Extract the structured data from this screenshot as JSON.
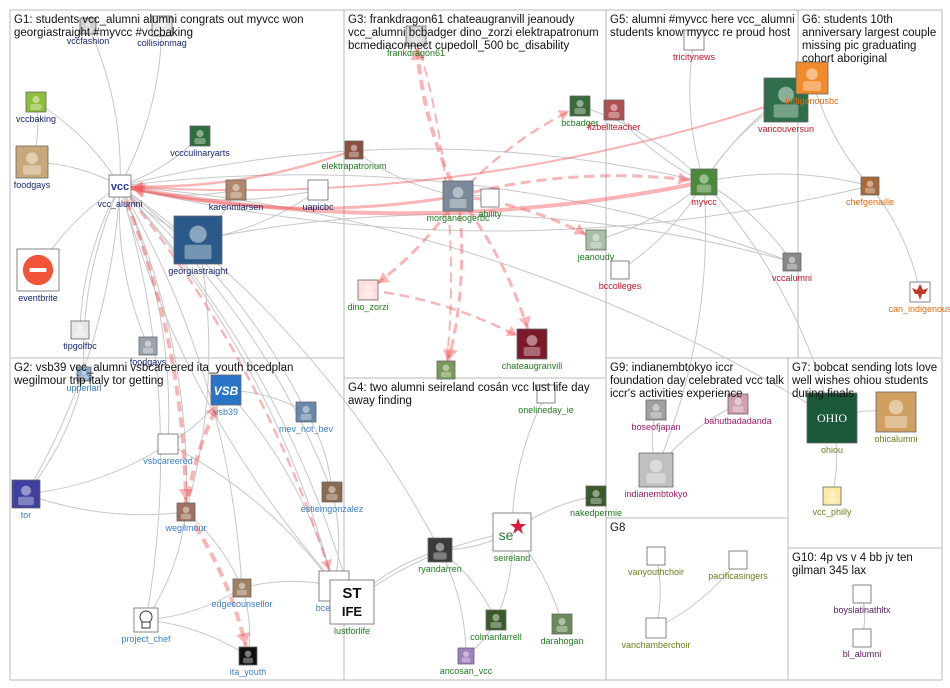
{
  "colors": {
    "edge_gray": "#c7c7c7",
    "edge_red": "#f25c5c",
    "panel_border": "#b8b8b8",
    "label_blue": "#1f3f99",
    "label_dark": "#16266f",
    "label_green": "#1f7a1f",
    "label_lightblue": "#3c7fc8",
    "label_red": "#c0182b",
    "label_magenta": "#a01a6a",
    "label_orange": "#d96a10",
    "label_olive": "#6e7d1e",
    "label_purple": "#5a1a5a"
  },
  "groups": [
    {
      "id": "G1",
      "lines": [
        "G1: students vcc_alumni alumni congrats out myvcc won",
        "georgiastraight #myvcc #vccbaking"
      ]
    },
    {
      "id": "G2",
      "lines": [
        "G2: vsb39 vcc_alumni vsbcareered ita_youth bcedplan",
        "wegilmour trip italy tor getting"
      ]
    },
    {
      "id": "G3",
      "lines": [
        "G3: frankdragon61 chateaugranvill jeanoudy",
        "vcc_alumni bcbadger dino_zorzi elektrapatronum",
        "bcmediaconnect cupedoll_500 bc_disability"
      ]
    },
    {
      "id": "G4",
      "lines": [
        "G4: two alumni seireland cosán vcc lust life day",
        "away finding"
      ]
    },
    {
      "id": "G5",
      "lines": [
        "G5: alumni #myvcc here vcc_alumni",
        "students know myvcc re proud host"
      ]
    },
    {
      "id": "G6",
      "lines": [
        "G6: students 10th",
        "anniversary largest couple",
        "missing pic graduating",
        "cohort aboriginal"
      ]
    },
    {
      "id": "G7",
      "lines": [
        "G7: bobcat sending lots love",
        "well wishes ohiou students",
        "during finals"
      ]
    },
    {
      "id": "G8",
      "lines": [
        "G8"
      ]
    },
    {
      "id": "G9",
      "lines": [
        "G9: indianembtokyo iccr",
        "foundation day celebrated vcc talk",
        "iccr's activities experience"
      ]
    },
    {
      "id": "G10",
      "lines": [
        "G10: 4p vs v 4 bb jv ten",
        "gilman 345 lax"
      ]
    }
  ],
  "nodes": [
    {
      "id": "vccfashion",
      "label": "vccfashion",
      "icon": "avatar-icon",
      "color": "label_dark"
    },
    {
      "id": "collisionmag",
      "label": "collisionmag",
      "icon": "avatar-icon",
      "color": "label_dark"
    },
    {
      "id": "vccbaking",
      "label": "vccbaking",
      "icon": "avatar-icon",
      "color": "label_dark"
    },
    {
      "id": "foodgays",
      "label": "foodgays",
      "icon": "avatar-icon",
      "color": "label_dark"
    },
    {
      "id": "vcc_alumni",
      "label": "vcc_alumni",
      "icon": "vcc-logo-icon",
      "color": "label_dark"
    },
    {
      "id": "vccculinaryarts",
      "label": "vccculinaryarts",
      "icon": "avatar-icon",
      "color": "label_dark"
    },
    {
      "id": "karenmlarsen",
      "label": "karenmlarsen",
      "icon": "avatar-icon",
      "color": "label_dark"
    },
    {
      "id": "uapicbc",
      "label": "uapicbc",
      "icon": "avatar-icon",
      "color": "label_dark"
    },
    {
      "id": "georgiastraight",
      "label": "georgiastraight",
      "icon": "avatar-icon",
      "color": "label_dark"
    },
    {
      "id": "eventbrite",
      "label": "eventbrite",
      "icon": "eventbrite-logo-icon",
      "color": "label_dark"
    },
    {
      "id": "tipgolfbc",
      "label": "tipgolfbc",
      "icon": "avatar-icon",
      "color": "label_dark"
    },
    {
      "id": "foodgays2",
      "label": "foodgays",
      "icon": "avatar-icon",
      "color": "label_dark"
    },
    {
      "id": "vsb39",
      "label": "vsb39",
      "icon": "vsb-logo-icon",
      "color": "label_lightblue"
    },
    {
      "id": "upperlarl",
      "label": "upperlarl",
      "icon": "avatar-icon",
      "color": "label_lightblue"
    },
    {
      "id": "mev_not_bev",
      "label": "mev_not_bev",
      "icon": "avatar-icon",
      "color": "label_lightblue"
    },
    {
      "id": "vsbcareered",
      "label": "vsbcareered",
      "icon": "avatar-icon",
      "color": "label_lightblue"
    },
    {
      "id": "tor",
      "label": "tor",
      "icon": "avatar-icon",
      "color": "label_lightblue"
    },
    {
      "id": "estiemgonzalez",
      "label": "estiemgonzalez",
      "icon": "avatar-icon",
      "color": "label_lightblue"
    },
    {
      "id": "wegilmour",
      "label": "wegilmour",
      "icon": "avatar-icon",
      "color": "label_lightblue"
    },
    {
      "id": "edgecounsellor",
      "label": "edgecounsellor",
      "icon": "avatar-icon",
      "color": "label_lightblue"
    },
    {
      "id": "bcedplan",
      "label": "bcedplan",
      "icon": "bc-ministry-logo-icon",
      "color": "label_lightblue"
    },
    {
      "id": "project_chef",
      "label": "project_chef",
      "icon": "chef-icon",
      "color": "label_lightblue"
    },
    {
      "id": "ita_youth",
      "label": "ita_youth",
      "icon": "avatar-icon",
      "color": "label_lightblue"
    },
    {
      "id": "frankdragon61",
      "label": "frankdragon61",
      "icon": "avatar-icon",
      "color": "label_green"
    },
    {
      "id": "elektrapatronum",
      "label": "elektrapatronum",
      "icon": "avatar-icon",
      "color": "label_green"
    },
    {
      "id": "bcbadger",
      "label": "bcbadger",
      "icon": "avatar-icon",
      "color": "label_green"
    },
    {
      "id": "morganeogerbc",
      "label": "morganeogerbc",
      "icon": "avatar-icon",
      "color": "label_green"
    },
    {
      "id": "bc_disability",
      "label": "ability",
      "icon": "avatar-icon",
      "color": "label_green"
    },
    {
      "id": "jeanoudy",
      "label": "jeanoudy",
      "icon": "avatar-icon",
      "color": "label_green"
    },
    {
      "id": "dino_zorzi",
      "label": "dino_zorzi",
      "icon": "avatar-icon",
      "color": "label_green"
    },
    {
      "id": "chateaugranvill",
      "label": "chateaugranvill",
      "icon": "avatar-icon",
      "color": "label_green"
    },
    {
      "id": "cupedoll_500",
      "label": "",
      "icon": "avatar-icon",
      "color": "label_green"
    },
    {
      "id": "tricitynews",
      "label": "tricitynews",
      "icon": "avatar-icon",
      "color": "label_red"
    },
    {
      "id": "lizbellteacher",
      "label": "lizbellteacher",
      "icon": "avatar-icon",
      "color": "label_red"
    },
    {
      "id": "vancouversun",
      "label": "vancouversun",
      "icon": "avatar-icon",
      "color": "label_red"
    },
    {
      "id": "myvcc",
      "label": "myvcc",
      "icon": "avatar-icon",
      "color": "label_red"
    },
    {
      "id": "vcc_alumni_g5",
      "label": "vccalumni",
      "icon": "avatar-icon",
      "color": "label_red"
    },
    {
      "id": "bccolleges",
      "label": "bccolleges",
      "icon": "avatar-icon",
      "color": "label_red"
    },
    {
      "id": "indigenousbc",
      "label": "indigenousbc",
      "icon": "avatar-icon",
      "color": "label_orange"
    },
    {
      "id": "chefgenaille",
      "label": "chefgenaille",
      "icon": "avatar-icon",
      "color": "label_orange"
    },
    {
      "id": "can_indigenous",
      "label": "can_indigenous",
      "icon": "maple-leaf-icon",
      "color": "label_orange"
    },
    {
      "id": "onelineday_ie",
      "label": "onelineday_ie",
      "icon": "avatar-icon",
      "color": "label_green"
    },
    {
      "id": "nakedpermie",
      "label": "nakedpermie",
      "icon": "avatar-icon",
      "color": "label_green"
    },
    {
      "id": "seireland",
      "label": "seireland",
      "icon": "se-ireland-logo-icon",
      "color": "label_green"
    },
    {
      "id": "ryandarren",
      "label": "ryandarren",
      "icon": "avatar-icon",
      "color": "label_green"
    },
    {
      "id": "lustforlife",
      "label": "lustforlife",
      "icon": "lust-for-life-logo-icon",
      "color": "label_green"
    },
    {
      "id": "colmanfarrell",
      "label": "colmanfarrell",
      "icon": "avatar-icon",
      "color": "label_green"
    },
    {
      "id": "darahogan",
      "label": "darahogan",
      "icon": "avatar-icon",
      "color": "label_green"
    },
    {
      "id": "ancosan_vcc",
      "label": "ancosan_vcc",
      "icon": "avatar-icon",
      "color": "label_green"
    },
    {
      "id": "boseofjapan",
      "label": "boseofjapan",
      "icon": "avatar-icon",
      "color": "label_magenta"
    },
    {
      "id": "bahutbadadanda",
      "label": "bahutbadadanda",
      "icon": "avatar-icon",
      "color": "label_magenta"
    },
    {
      "id": "indianembtokyo",
      "label": "indianembtokyo",
      "icon": "avatar-icon",
      "color": "label_magenta"
    },
    {
      "id": "ohiou",
      "label": "ohiou",
      "icon": "ohio-university-logo-icon",
      "color": "label_olive"
    },
    {
      "id": "ohicalumni",
      "label": "ohicalumni",
      "icon": "mascot-icon",
      "color": "label_olive"
    },
    {
      "id": "vcc_philly",
      "label": "vcc_philly",
      "icon": "avatar-icon",
      "color": "label_olive"
    },
    {
      "id": "vanyouthchoir",
      "label": "vanyouthchoir",
      "icon": "avatar-icon",
      "color": "label_olive"
    },
    {
      "id": "pacificasingers",
      "label": "pacificasingers",
      "icon": "avatar-icon",
      "color": "label_olive"
    },
    {
      "id": "vanchamberchoir",
      "label": "vanchamberchoir",
      "icon": "avatar-icon",
      "color": "label_olive"
    },
    {
      "id": "boyslatinathltx",
      "label": "boyslatinathltx",
      "icon": "avatar-icon",
      "color": "label_purple"
    },
    {
      "id": "bl_alumni",
      "label": "bl_alumni",
      "icon": "avatar-icon",
      "color": "label_purple"
    }
  ]
}
